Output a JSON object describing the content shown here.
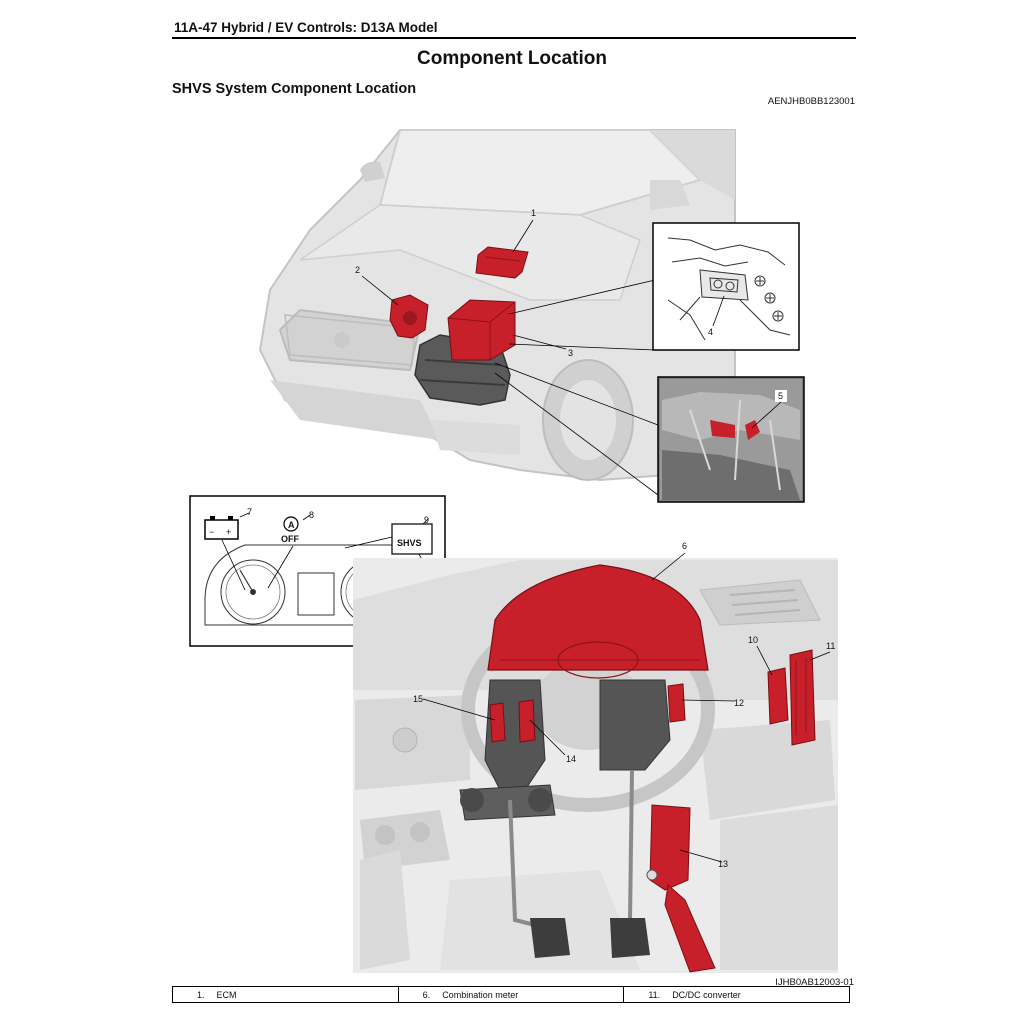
{
  "header": {
    "title": "11A-47   Hybrid / EV Controls: D13A Model"
  },
  "page_title": "Component Location",
  "section_title": "SHVS System Component Location",
  "figure_codes": {
    "top": "AENJHB0BB123001",
    "bottom": "IJHB0AB12003-01"
  },
  "callouts": [
    "1",
    "2",
    "3",
    "4",
    "5",
    "6",
    "7",
    "8",
    "9",
    "10",
    "11",
    "12",
    "13",
    "14",
    "15"
  ],
  "meter_icons": {
    "off_label": "OFF",
    "auto_label": "A",
    "shvs_label": "SHVS",
    "battery_minus": "−",
    "battery_plus": "+"
  },
  "legend": [
    {
      "num": "1.",
      "label": "ECM"
    },
    {
      "num": "6.",
      "label": "Combination meter"
    },
    {
      "num": "11.",
      "label": "DC/DC converter"
    }
  ],
  "colors": {
    "highlight": "#c8202a",
    "vehicle_gray": "#d6d6d6",
    "outline": "#000000"
  }
}
